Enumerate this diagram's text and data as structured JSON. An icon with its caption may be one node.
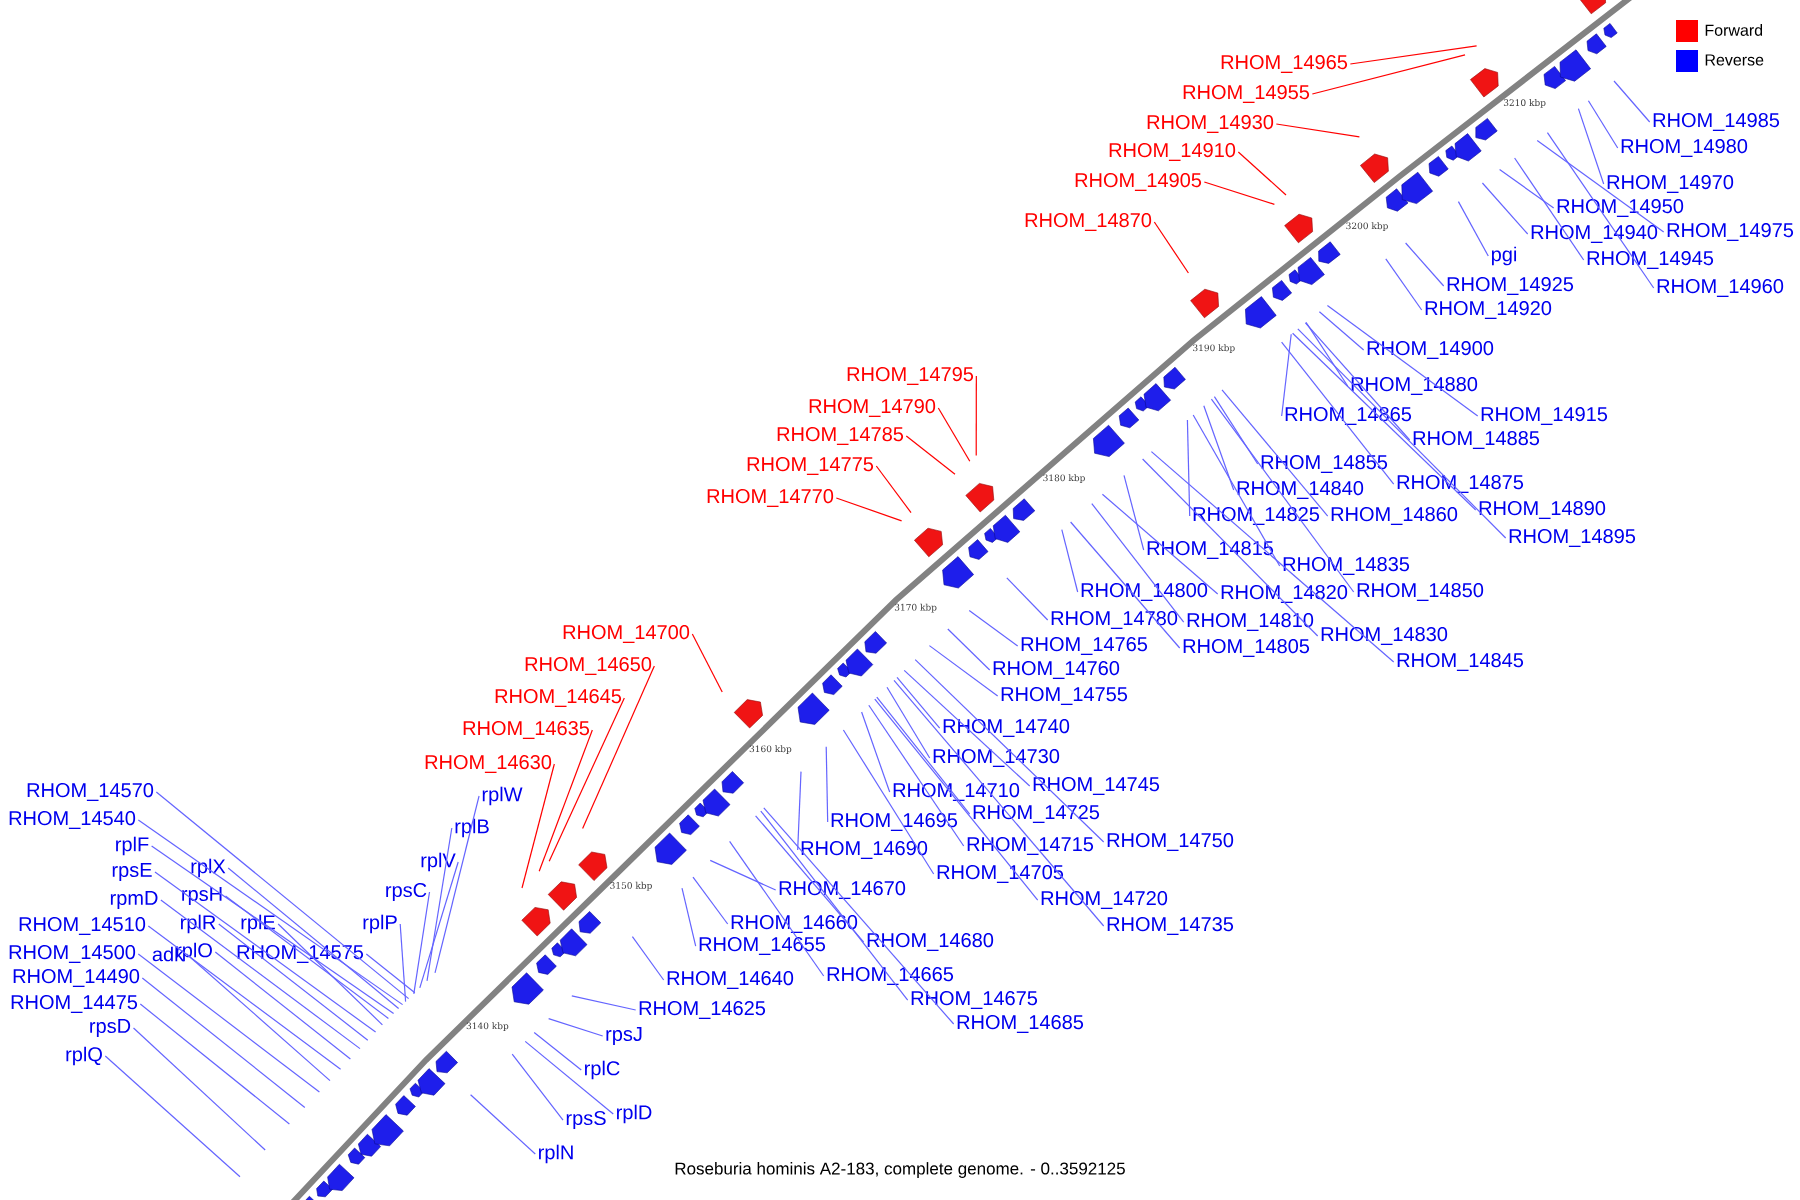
{
  "diagram": {
    "caption": "Roseburia hominis A2-183, complete genome. - 0..3592125",
    "nodes": [
      {
        "text": [
          "RHOM_14965"
        ]
      },
      {
        "text": [
          "RHOM_14955"
        ]
      },
      {
        "text": [
          "RHOM_14930"
        ]
      },
      {
        "text": [
          "RHOM_14910"
        ]
      },
      {
        "text": [
          "RHOM_14905"
        ]
      },
      {
        "text": [
          "RHOM_14870"
        ]
      },
      {
        "text": [
          "RHOM_14795"
        ]
      },
      {
        "text": [
          "RHOM_14790"
        ]
      },
      {
        "text": [
          "RHOM_14785"
        ]
      },
      {
        "text": [
          "RHOM_14775"
        ]
      },
      {
        "text": [
          "RHOM_14770"
        ]
      },
      {
        "text": [
          "RHOM_14700"
        ]
      },
      {
        "text": [
          "RHOM_14650"
        ]
      },
      {
        "text": [
          "RHOM_14645"
        ]
      },
      {
        "text": [
          "RHOM_14635"
        ]
      },
      {
        "text": [
          "RHOM_14630"
        ]
      },
      {
        "text": [
          "RHOM_14985"
        ]
      },
      {
        "text": [
          "RHOM_14980"
        ]
      },
      {
        "text": [
          "RHOM_14970"
        ]
      },
      {
        "text": [
          "RHOM_14950"
        ]
      },
      {
        "text": [
          "RHOM_14940"
        ]
      },
      {
        "text": [
          "RHOM_14975"
        ]
      },
      {
        "text": [
          "pgi"
        ]
      },
      {
        "text": [
          "RHOM_14945"
        ]
      },
      {
        "text": [
          "RHOM_14925"
        ]
      },
      {
        "text": [
          "RHOM_14960"
        ]
      },
      {
        "text": [
          "RHOM_14920"
        ]
      },
      {
        "text": [
          "RHOM_14900"
        ]
      },
      {
        "text": [
          "RHOM_14880"
        ]
      },
      {
        "text": [
          "RHOM_14865"
        ]
      },
      {
        "text": [
          "RHOM_14915"
        ]
      },
      {
        "text": [
          "RHOM_14885"
        ]
      },
      {
        "text": [
          "RHOM_14855"
        ]
      },
      {
        "text": [
          "RHOM_14875"
        ]
      },
      {
        "text": [
          "RHOM_14840"
        ]
      },
      {
        "text": [
          "RHOM_14890"
        ]
      },
      {
        "text": [
          "RHOM_14825"
        ]
      },
      {
        "text": [
          "RHOM_14860"
        ]
      },
      {
        "text": [
          "RHOM_14895"
        ]
      },
      {
        "text": [
          "RHOM_14815"
        ]
      },
      {
        "text": [
          "RHOM_14835"
        ]
      },
      {
        "text": [
          "RHOM_14800"
        ]
      },
      {
        "text": [
          "RHOM_14820"
        ]
      },
      {
        "text": [
          "RHOM_14850"
        ]
      },
      {
        "text": [
          "RHOM_14780"
        ]
      },
      {
        "text": [
          "RHOM_14810"
        ]
      },
      {
        "text": [
          "RHOM_14765"
        ]
      },
      {
        "text": [
          "RHOM_14805"
        ]
      },
      {
        "text": [
          "RHOM_14830"
        ]
      },
      {
        "text": [
          "RHOM_14760"
        ]
      },
      {
        "text": [
          "RHOM_14845"
        ]
      },
      {
        "text": [
          "RHOM_14755"
        ]
      },
      {
        "text": [
          "RHOM_14740"
        ]
      },
      {
        "text": [
          "RHOM_14730"
        ]
      },
      {
        "text": [
          "RHOM_14745"
        ]
      },
      {
        "text": [
          "RHOM_14710"
        ]
      },
      {
        "text": [
          "RHOM_14725"
        ]
      },
      {
        "text": [
          "RHOM_14695"
        ]
      },
      {
        "text": [
          "RHOM_14750"
        ]
      },
      {
        "text": [
          "RHOM_14715"
        ]
      },
      {
        "text": [
          "RHOM_14690"
        ]
      },
      {
        "text": [
          "RHOM_14705"
        ]
      },
      {
        "text": [
          "RHOM_14670"
        ]
      },
      {
        "text": [
          "RHOM_14720"
        ]
      },
      {
        "text": [
          "RHOM_14660"
        ]
      },
      {
        "text": [
          "RHOM_14735"
        ]
      },
      {
        "text": [
          "RHOM_14680"
        ]
      },
      {
        "text": [
          "RHOM_14655"
        ]
      },
      {
        "text": [
          "RHOM_14665"
        ]
      },
      {
        "text": [
          "RHOM_14640"
        ]
      },
      {
        "text": [
          "RHOM_14675"
        ]
      },
      {
        "text": [
          "RHOM_14625"
        ]
      },
      {
        "text": [
          "RHOM_14685"
        ]
      },
      {
        "text": [
          "rpsJ"
        ]
      },
      {
        "text": [
          "rplC"
        ]
      },
      {
        "text": [
          "rplD"
        ]
      },
      {
        "text": [
          "rpsS"
        ]
      },
      {
        "text": [
          "rplN"
        ]
      },
      {
        "text": [
          "RHOM_14570"
        ]
      },
      {
        "text": [
          "rplW"
        ]
      },
      {
        "text": [
          "RHOM_14540"
        ]
      },
      {
        "text": [
          "rplB"
        ]
      },
      {
        "text": [
          "rplF"
        ]
      },
      {
        "text": [
          "rplV"
        ]
      },
      {
        "text": [
          "rplX"
        ]
      },
      {
        "text": [
          "rpsE"
        ]
      },
      {
        "text": [
          "rpsC"
        ]
      },
      {
        "text": [
          "rpsH"
        ]
      },
      {
        "text": [
          "rpmD"
        ]
      },
      {
        "text": [
          "RHOM_14510"
        ]
      },
      {
        "text": [
          "rplR"
        ]
      },
      {
        "text": [
          "rplE"
        ]
      },
      {
        "text": [
          "rplP"
        ]
      },
      {
        "text": [
          "RHOM_14500"
        ]
      },
      {
        "text": [
          "adk"
        ]
      },
      {
        "text": [
          "rplO"
        ]
      },
      {
        "text": [
          "RHOM_14575"
        ]
      },
      {
        "text": [
          "RHOM_14490"
        ]
      },
      {
        "text": [
          "RHOM_14475"
        ]
      },
      {
        "text": [
          "rpsD"
        ]
      },
      {
        "text": [
          "rplQ"
        ]
      }
    ],
    "edges": [
      {
        "from": 0,
        "to": null,
        "arrow": "none",
        "color": "#ff0000"
      },
      {
        "from": 1,
        "to": null,
        "arrow": "none",
        "color": "#ff0000"
      },
      {
        "from": 2,
        "to": null,
        "arrow": "none",
        "color": "#ff0000"
      },
      {
        "from": 3,
        "to": null,
        "arrow": "none",
        "color": "#ff0000"
      },
      {
        "from": 4,
        "to": null,
        "arrow": "none",
        "color": "#ff0000"
      },
      {
        "from": 5,
        "to": null,
        "arrow": "none",
        "color": "#ff0000"
      },
      {
        "from": 6,
        "to": null,
        "arrow": "none",
        "color": "#ff0000"
      },
      {
        "from": 7,
        "to": null,
        "arrow": "none",
        "color": "#ff0000"
      },
      {
        "from": 8,
        "to": null,
        "arrow": "none",
        "color": "#ff0000"
      },
      {
        "from": 9,
        "to": null,
        "arrow": "none",
        "color": "#ff0000"
      },
      {
        "from": 10,
        "to": null,
        "arrow": "none",
        "color": "#ff0000"
      },
      {
        "from": 11,
        "to": null,
        "arrow": "none",
        "color": "#ff0000"
      },
      {
        "from": 12,
        "to": null,
        "arrow": "none",
        "color": "#ff0000"
      },
      {
        "from": 13,
        "to": null,
        "arrow": "none",
        "color": "#ff0000"
      },
      {
        "from": 14,
        "to": null,
        "arrow": "none",
        "color": "#ff0000"
      },
      {
        "from": 15,
        "to": null,
        "arrow": "none",
        "color": "#ff0000"
      },
      {
        "from": 16,
        "to": null,
        "arrow": "none"
      },
      {
        "from": 17,
        "to": null,
        "arrow": "none"
      },
      {
        "from": 18,
        "to": null,
        "arrow": "none"
      },
      {
        "from": 19,
        "to": null,
        "arrow": "none"
      },
      {
        "from": 20,
        "to": null,
        "arrow": "none"
      },
      {
        "from": 21,
        "to": null,
        "arrow": "none"
      },
      {
        "from": 22,
        "to": null,
        "arrow": "none"
      },
      {
        "from": 23,
        "to": null,
        "arrow": "none"
      },
      {
        "from": 24,
        "to": null,
        "arrow": "none"
      },
      {
        "from": 25,
        "to": null,
        "arrow": "none"
      },
      {
        "from": 26,
        "to": null,
        "arrow": "none"
      },
      {
        "from": 27,
        "to": null,
        "arrow": "none"
      },
      {
        "from": 28,
        "to": null,
        "arrow": "none"
      },
      {
        "from": 29,
        "to": null,
        "arrow": "none"
      },
      {
        "from": 30,
        "to": null,
        "arrow": "none"
      },
      {
        "from": 31,
        "to": null,
        "arrow": "none"
      },
      {
        "from": 32,
        "to": null,
        "arrow": "none"
      },
      {
        "from": 33,
        "to": null,
        "arrow": "none"
      },
      {
        "from": 34,
        "to": null,
        "arrow": "none"
      },
      {
        "from": 35,
        "to": null,
        "arrow": "none"
      },
      {
        "from": 36,
        "to": null,
        "arrow": "none"
      },
      {
        "from": 37,
        "to": null,
        "arrow": "none"
      },
      {
        "from": 38,
        "to": null,
        "arrow": "none"
      },
      {
        "from": 39,
        "to": null,
        "arrow": "none"
      },
      {
        "from": 40,
        "to": null,
        "arrow": "none"
      },
      {
        "from": 41,
        "to": null,
        "arrow": "none"
      },
      {
        "from": 42,
        "to": null,
        "arrow": "none"
      },
      {
        "from": 43,
        "to": null,
        "arrow": "none"
      },
      {
        "from": 44,
        "to": null,
        "arrow": "none"
      },
      {
        "from": 45,
        "to": null,
        "arrow": "none"
      },
      {
        "from": 46,
        "to": null,
        "arrow": "none"
      },
      {
        "from": 47,
        "to": null,
        "arrow": "none"
      },
      {
        "from": 48,
        "to": null,
        "arrow": "none"
      },
      {
        "from": 49,
        "to": null,
        "arrow": "none"
      },
      {
        "from": 50,
        "to": null,
        "arrow": "none"
      },
      {
        "from": 51,
        "to": null,
        "arrow": "none"
      },
      {
        "from": 52,
        "to": null,
        "arrow": "none"
      },
      {
        "from": 53,
        "to": null,
        "arrow": "none"
      },
      {
        "from": 54,
        "to": null,
        "arrow": "none"
      },
      {
        "from": 55,
        "to": null,
        "arrow": "none"
      },
      {
        "from": 56,
        "to": null,
        "arrow": "none"
      },
      {
        "from": 57,
        "to": null,
        "arrow": "none"
      },
      {
        "from": 58,
        "to": null,
        "arrow": "none"
      },
      {
        "from": 59,
        "to": null,
        "arrow": "none"
      },
      {
        "from": 60,
        "to": null,
        "arrow": "none"
      },
      {
        "from": 61,
        "to": null,
        "arrow": "none"
      },
      {
        "from": 62,
        "to": null,
        "arrow": "none"
      },
      {
        "from": 63,
        "to": null,
        "arrow": "none"
      },
      {
        "from": 64,
        "to": null,
        "arrow": "none"
      },
      {
        "from": 65,
        "to": null,
        "arrow": "none"
      },
      {
        "from": 66,
        "to": null,
        "arrow": "none"
      },
      {
        "from": 67,
        "to": null,
        "arrow": "none"
      },
      {
        "from": 68,
        "to": null,
        "arrow": "none"
      },
      {
        "from": 69,
        "to": null,
        "arrow": "none"
      },
      {
        "from": 70,
        "to": null,
        "arrow": "none"
      },
      {
        "from": 71,
        "to": null,
        "arrow": "none"
      },
      {
        "from": 72,
        "to": null,
        "arrow": "none"
      },
      {
        "from": 73,
        "to": null,
        "arrow": "none"
      },
      {
        "from": 74,
        "to": null,
        "arrow": "none"
      },
      {
        "from": 75,
        "to": null,
        "arrow": "none"
      },
      {
        "from": 76,
        "to": null,
        "arrow": "none"
      },
      {
        "from": 77,
        "to": null,
        "arrow": "none"
      },
      {
        "from": 78,
        "to": null,
        "arrow": "none"
      },
      {
        "from": 79,
        "to": null,
        "arrow": "none"
      },
      {
        "from": 80,
        "to": null,
        "arrow": "none"
      },
      {
        "from": 81,
        "to": null,
        "arrow": "none"
      },
      {
        "from": 82,
        "to": null,
        "arrow": "none"
      },
      {
        "from": 83,
        "to": null,
        "arrow": "none"
      },
      {
        "from": 84,
        "to": null,
        "arrow": "none"
      },
      {
        "from": 85,
        "to": null,
        "arrow": "none"
      },
      {
        "from": 86,
        "to": null,
        "arrow": "none"
      },
      {
        "from": 87,
        "to": null,
        "arrow": "none"
      },
      {
        "from": 88,
        "to": null,
        "arrow": "none"
      },
      {
        "from": 89,
        "to": null,
        "arrow": "none"
      },
      {
        "from": 90,
        "to": null,
        "arrow": "none"
      },
      {
        "from": 91,
        "to": null,
        "arrow": "none"
      },
      {
        "from": 92,
        "to": null,
        "arrow": "none"
      },
      {
        "from": 93,
        "to": null,
        "arrow": "none"
      },
      {
        "from": 94,
        "to": null,
        "arrow": "none"
      },
      {
        "from": 95,
        "to": null,
        "arrow": "none"
      },
      {
        "from": 96,
        "to": null,
        "arrow": "none"
      },
      {
        "from": 97,
        "to": null,
        "arrow": "none"
      },
      {
        "from": 98,
        "to": null,
        "arrow": "none"
      },
      {
        "from": 99,
        "to": null,
        "arrow": "none"
      },
      {
        "from": 100,
        "to": null,
        "arrow": "none"
      }
    ],
    "labels": [
      "3210 kbp",
      "3200 kbp",
      "3190 kbp",
      "3180 kbp",
      "3170 kbp",
      "3160 kbp",
      "3150 kbp",
      "3140 kbp"
    ],
    "legend": [
      {
        "text": "Forward",
        "color": "#ff0000"
      },
      {
        "text": "Reverse",
        "color": "#0000ff"
      }
    ]
  }
}
